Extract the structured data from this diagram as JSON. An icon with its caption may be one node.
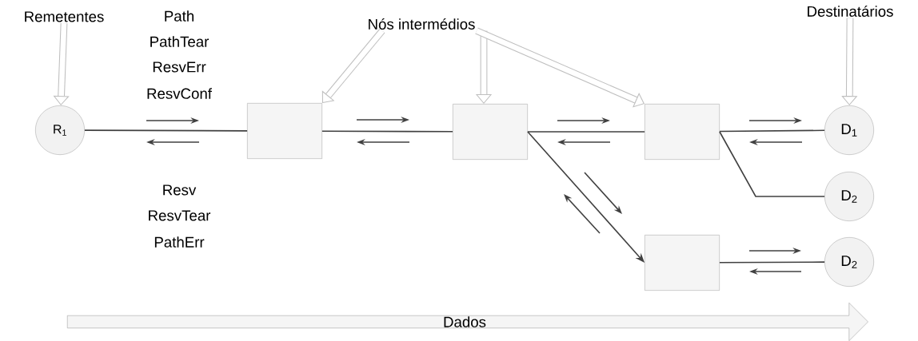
{
  "diagram": {
    "nodes": [
      {
        "text": [
          "Remetentes"
        ]
      },
      {
        "text": [
          "R$_{1}$"
        ]
      },
      {
        "text": [],
        "shape": "box"
      },
      {
        "text": [],
        "shape": "box"
      },
      {
        "text": [],
        "shape": "box"
      },
      {
        "text": [
          "D$_{1}$"
        ]
      },
      {
        "text": [
          "D$_{2}$"
        ]
      },
      {
        "text": [],
        "shape": "box"
      },
      {
        "text": [
          "D$_{2}$"
        ]
      },
      {
        "text": [
          "Nós intermédios"
        ]
      },
      {
        "text": [
          "Destinatários"
        ]
      },
      {
        "text": [
          "Dados"
        ]
      }
    ],
    "edges": [
      {
        "from": 0,
        "to": 1,
        "arrow": "to",
        "style": "thick",
        "color": "#bfbfbf"
      },
      {
        "from": 1,
        "to": 2,
        "arrow": "none"
      },
      {
        "from": 2,
        "to": 3,
        "arrow": "none"
      },
      {
        "from": 3,
        "to": 4,
        "arrow": "none"
      },
      {
        "from": 4,
        "to": 5,
        "arrow": "none"
      },
      {
        "from": 4,
        "to": 6,
        "arrow": "none"
      },
      {
        "from": 3,
        "to": 7,
        "arrow": "to"
      },
      {
        "from": 7,
        "to": 8,
        "arrow": "none"
      },
      {
        "from": 9,
        "to": 2,
        "arrow": "to",
        "style": "thick",
        "color": "#bfbfbf"
      },
      {
        "from": 9,
        "to": 3,
        "arrow": "to",
        "style": "thick",
        "color": "#bfbfbf"
      },
      {
        "from": 9,
        "to": 4,
        "arrow": "to",
        "style": "thick",
        "color": "#bfbfbf"
      },
      {
        "from": 10,
        "to": 5,
        "arrow": "to",
        "style": "thick",
        "color": "#bfbfbf"
      }
    ],
    "labels": [
      "Path",
      "PathTear",
      "ResvErr",
      "ResvConf",
      "Resv",
      "ResvTear",
      "PathErr"
    ]
  }
}
